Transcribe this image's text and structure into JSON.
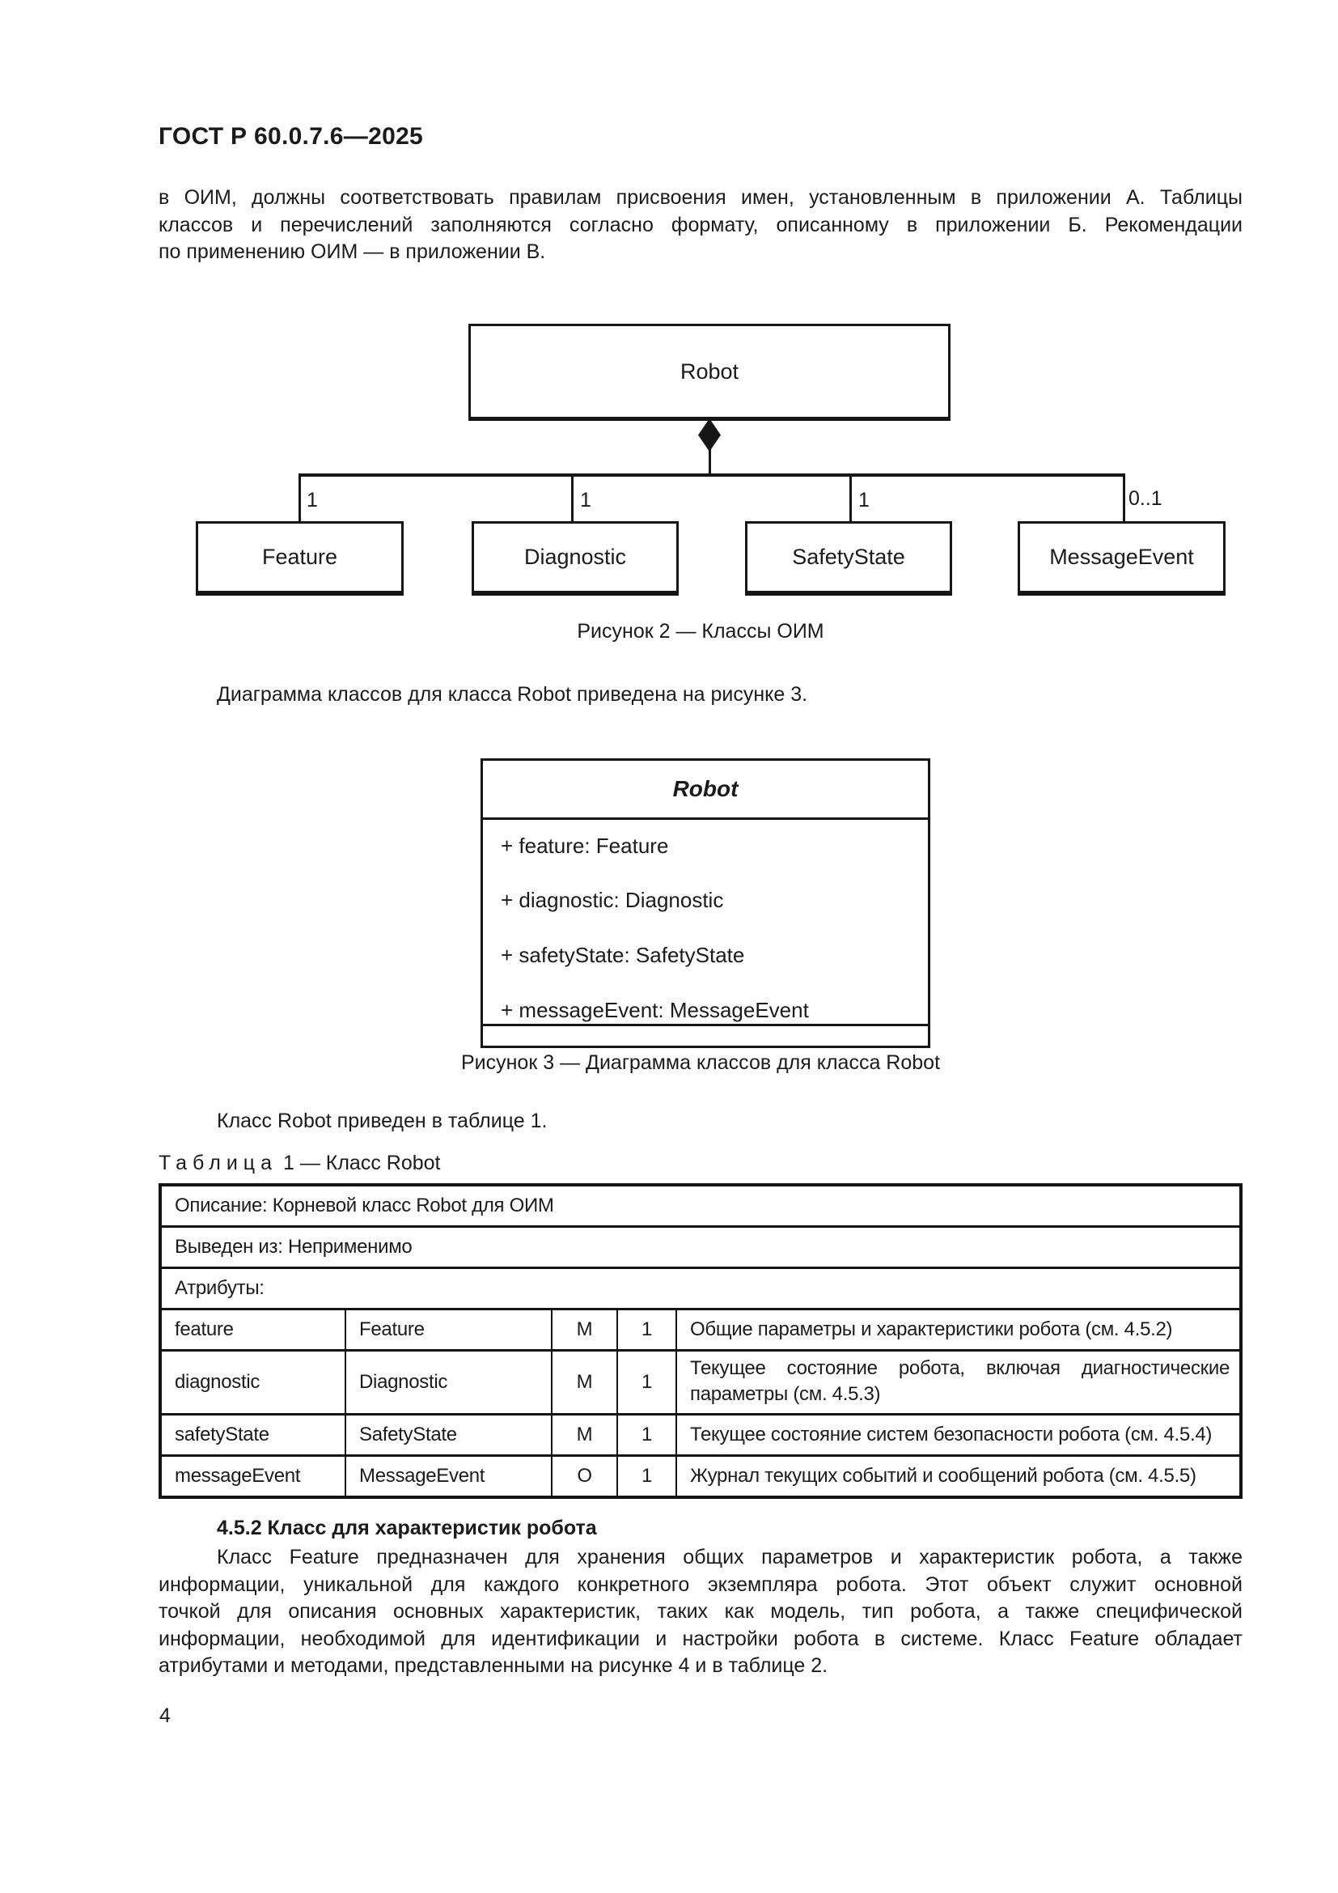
{
  "page": {
    "header_code": "ГОСТ Р 60.0.7.6—2025",
    "page_number": "4"
  },
  "intro": {
    "lines": [
      "в ОИМ, должны соответствовать правилам присвоения имен, установленным в приложении А. Таблицы",
      "классов и перечислений заполняются согласно формату, описанному в приложении Б. Рекомендации",
      "по применению ОИМ — в приложении В."
    ]
  },
  "figure2": {
    "root_class": "Robot",
    "children": [
      {
        "label": "Feature",
        "multiplicity": "1"
      },
      {
        "label": "Diagnostic",
        "multiplicity": "1"
      },
      {
        "label": "SafetyState",
        "multiplicity": "1"
      },
      {
        "label": "MessageEvent",
        "multiplicity": "0..1"
      }
    ],
    "caption": "Рисунок 2 — Классы ОИМ"
  },
  "figure3_intro": "Диаграмма классов для класса Robot приведена на рисунке 3.",
  "figure3": {
    "class_name": "Robot",
    "attributes": [
      "+ feature: Feature",
      "+ diagnostic: Diagnostic",
      "+ safetyState: SafetyState",
      "+ messageEvent: MessageEvent"
    ],
    "caption": "Рисунок 3 — Диаграмма классов для класса Robot"
  },
  "table1": {
    "intro": "Класс Robot приведен в таблице 1.",
    "label_word": "Таблица",
    "label_rest": "1 — Класс Robot",
    "description_row": "Описание: Корневой класс Robot для ОИМ",
    "derived_row": "Выведен из: Неприменимо",
    "attributes_row": "Атрибуты:",
    "rows": [
      {
        "name": "feature",
        "type": "Feature",
        "presence": "M",
        "multiplicity": "1",
        "desc": "Общие параметры и характеристики робота (см. 4.5.2)"
      },
      {
        "name": "diagnostic",
        "type": "Diagnostic",
        "presence": "M",
        "multiplicity": "1",
        "desc": "Текущее состояние робота, включая диагностические параметры (см. 4.5.3)"
      },
      {
        "name": "safetyState",
        "type": "SafetyState",
        "presence": "M",
        "multiplicity": "1",
        "desc": "Текущее состояние систем безопасности робота (см. 4.5.4)"
      },
      {
        "name": "messageEvent",
        "type": "MessageEvent",
        "presence": "O",
        "multiplicity": "1",
        "desc": "Журнал текущих событий и сообщений робота (см. 4.5.5)"
      }
    ]
  },
  "section": {
    "heading": "4.5.2 Класс для характеристик робота",
    "body_lines": [
      "Класс Feature предназначен для хранения общих параметров и характеристик робота, а также",
      "информации, уникальной для каждого конкретного экземпляра робота. Этот объект служит основной",
      "точкой для описания основных характеристик, таких как модель, тип робота, а также специфической",
      "информации, необходимой для идентификации и настройки робота в системе. Класс Feature обладает",
      "атрибутами и методами, представленными на рисунке 4 и в таблице 2."
    ]
  }
}
